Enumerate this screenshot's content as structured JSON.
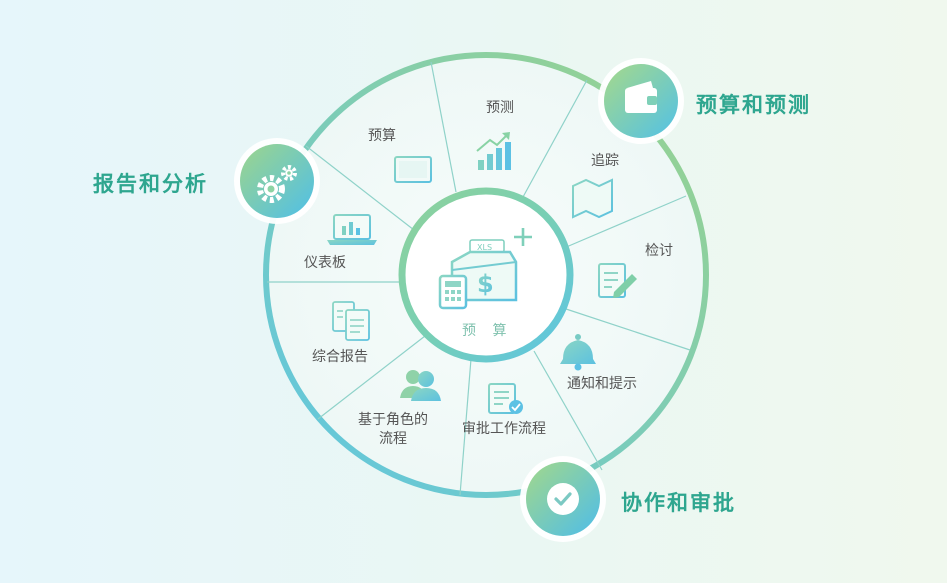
{
  "center": {
    "label": "预 算"
  },
  "segments": [
    {
      "id": "budget",
      "label": "预算"
    },
    {
      "id": "forecast",
      "label": "预测"
    },
    {
      "id": "tracking",
      "label": "追踪"
    },
    {
      "id": "review",
      "label": "检讨"
    },
    {
      "id": "notify",
      "label": "通知和提示"
    },
    {
      "id": "approval-flow",
      "label": "审批工作流程"
    },
    {
      "id": "role-flow",
      "label": "基于角色的\n流程"
    },
    {
      "id": "report",
      "label": "综合报告"
    },
    {
      "id": "dashboard",
      "label": "仪表板"
    }
  ],
  "hubs": [
    {
      "id": "budget-forecast",
      "label": "预算和预测",
      "icon": "wallet-icon"
    },
    {
      "id": "report-analysis",
      "label": "报告和分析",
      "icon": "gears-icon"
    },
    {
      "id": "collab-approval",
      "label": "协作和审批",
      "icon": "check-icon"
    }
  ],
  "file_tag": "XLS",
  "colors": {
    "teal": "#2ea68f",
    "green": "#8fcf8a",
    "blue": "#5bc4e6"
  }
}
